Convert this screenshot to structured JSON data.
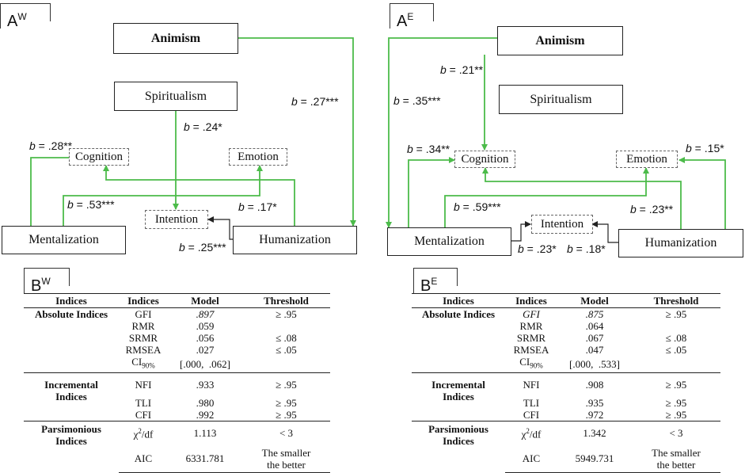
{
  "panels": {
    "aw": {
      "letter": "A",
      "sup": "W"
    },
    "ae": {
      "letter": "A",
      "sup": "E"
    },
    "bw": {
      "letter": "B",
      "sup": "W"
    },
    "be": {
      "letter": "B",
      "sup": "E"
    }
  },
  "diagram_w": {
    "nodes": {
      "animism": "Animism",
      "spiritualism": "Spiritualism",
      "cognition": "Cognition",
      "emotion": "Emotion",
      "intention": "Intention",
      "mentalization": "Mentalization",
      "humanization": "Humanization"
    },
    "coefs": {
      "animism_humanization": ".27***",
      "spiritualism_intention": ".24*",
      "mentalization_cognition": ".28**",
      "mentalization_emotion": ".53***",
      "humanization_cognition": ".17*",
      "humanization_intention": ".25***"
    }
  },
  "diagram_e": {
    "nodes": {
      "animism": "Animism",
      "spiritualism": "Spiritualism",
      "cognition": "Cognition",
      "emotion": "Emotion",
      "intention": "Intention",
      "mentalization": "Mentalization",
      "humanization": "Humanization"
    },
    "coefs": {
      "animism_cognition": ".21**",
      "animism_mentalization": ".35***",
      "mentalization_cognition": ".34**",
      "mentalization_emotion": ".59***",
      "humanization_emotion": ".15*",
      "humanization_cognition": ".23**",
      "mentalization_intention": ".23*",
      "humanization_intention": ".18*"
    }
  },
  "coef_prefix": "b",
  "coef_eq": " = ",
  "table_headers": {
    "group": "Indices",
    "index": "Indices",
    "model": "Model",
    "threshold": "Threshold"
  },
  "table_groups": {
    "absolute": "Absolute Indices",
    "incremental_1": "Incremental",
    "incremental_2": "Indices",
    "parsimonious_1": "Parsimonious",
    "parsimonious_2": "Indices"
  },
  "table_w": {
    "rows": [
      {
        "index": "GFI",
        "model": ".897",
        "threshold": "≥ .95"
      },
      {
        "index": "RMR",
        "model": ".059",
        "threshold": ""
      },
      {
        "index": "SRMR",
        "model": ".056",
        "threshold": "≤ .08"
      },
      {
        "index": "RMSEA",
        "model": ".027",
        "threshold": "≤ .05"
      },
      {
        "index": "CI",
        "index_sub": "90%",
        "model": "[.000,  .062]",
        "threshold": ""
      },
      {
        "index": "NFI",
        "model": ".933",
        "threshold": "≥ .95"
      },
      {
        "index": "TLI",
        "model": ".980",
        "threshold": "≥ .95"
      },
      {
        "index": "CFI",
        "model": ".992",
        "threshold": "≥ .95"
      },
      {
        "index": "χ",
        "index_sup": "2",
        "index_rest": "/df",
        "model": "1.113",
        "threshold": "< 3"
      },
      {
        "index": "AIC",
        "model": "6331.781",
        "threshold_1": "The smaller",
        "threshold_2": "the better"
      }
    ]
  },
  "table_e": {
    "rows": [
      {
        "index": "GFI",
        "model": ".875",
        "threshold": "≥ .95"
      },
      {
        "index": "RMR",
        "model": ".064",
        "threshold": ""
      },
      {
        "index": "SRMR",
        "model": ".067",
        "threshold": "≤ .08"
      },
      {
        "index": "RMSEA",
        "model": ".047",
        "threshold": "≤ .05"
      },
      {
        "index": "CI",
        "index_sub": "90%",
        "model": "[.000,  .533]",
        "threshold": ""
      },
      {
        "index": "NFI",
        "model": ".908",
        "threshold": "≥ .95"
      },
      {
        "index": "TLI",
        "model": ".935",
        "threshold": "≥ .95"
      },
      {
        "index": "CFI",
        "model": ".972",
        "threshold": "≥ .95"
      },
      {
        "index": "χ",
        "index_sup": "2",
        "index_rest": "/df",
        "model": "1.342",
        "threshold": "< 3"
      },
      {
        "index": "AIC",
        "model": "5949.731",
        "threshold_1": "The smaller",
        "threshold_2": "the better"
      }
    ]
  },
  "colors": {
    "path": "#4cbb4a",
    "arrow_black": "#222222"
  }
}
